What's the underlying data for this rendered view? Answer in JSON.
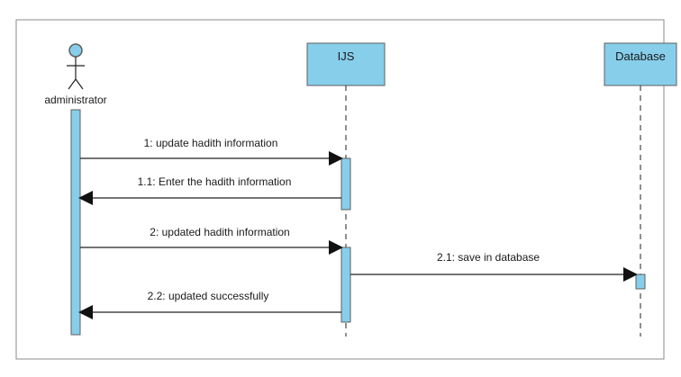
{
  "diagram": {
    "actor": {
      "label": "administrator"
    },
    "lifelines": [
      {
        "label": "IJS"
      },
      {
        "label": "Database"
      }
    ],
    "messages": [
      {
        "label": "1: update hadith information"
      },
      {
        "label": "1.1: Enter the hadith information"
      },
      {
        "label": "2: updated hadith information"
      },
      {
        "label": "2.1: save in database"
      },
      {
        "label": "2.2: updated successfully"
      }
    ],
    "colors": {
      "lifeline_fill": "#87ceeb",
      "activation_fill": "#87ceeb",
      "border": "#5f5f5f",
      "line": "#222222",
      "frame": "#8b8b8b"
    }
  }
}
